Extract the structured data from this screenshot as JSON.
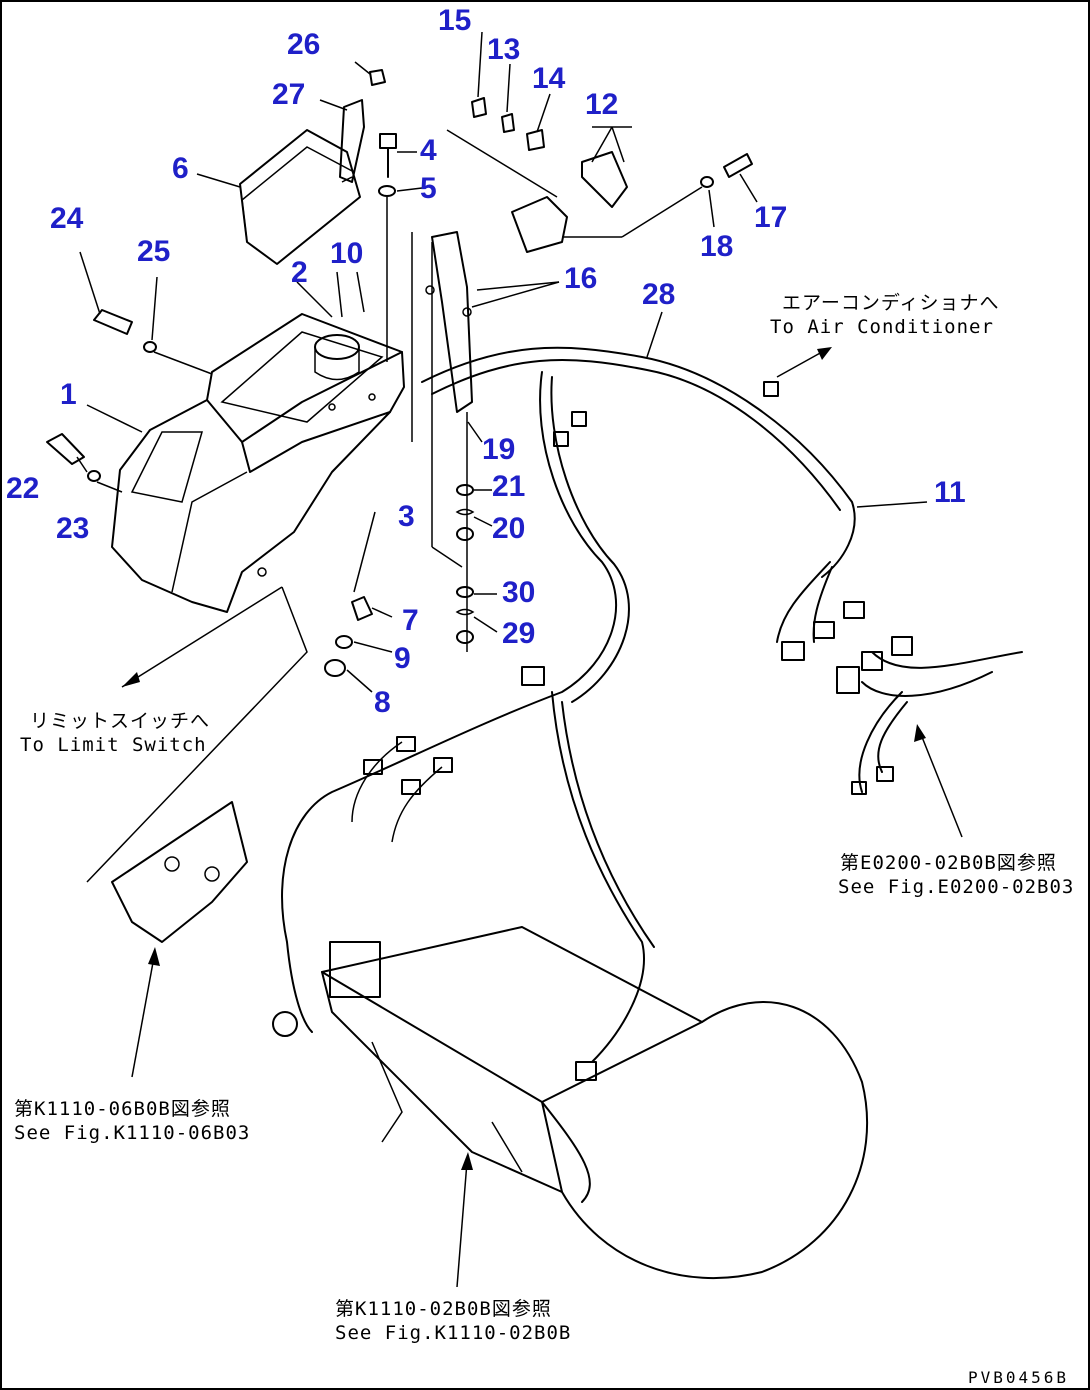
{
  "callouts": [
    {
      "id": "n1",
      "text": "1"
    },
    {
      "id": "n2",
      "text": "2"
    },
    {
      "id": "n3",
      "text": "3"
    },
    {
      "id": "n4",
      "text": "4"
    },
    {
      "id": "n5",
      "text": "5"
    },
    {
      "id": "n6",
      "text": "6"
    },
    {
      "id": "n7",
      "text": "7"
    },
    {
      "id": "n8",
      "text": "8"
    },
    {
      "id": "n9",
      "text": "9"
    },
    {
      "id": "n10",
      "text": "10"
    },
    {
      "id": "n11",
      "text": "11"
    },
    {
      "id": "n12",
      "text": "12"
    },
    {
      "id": "n13",
      "text": "13"
    },
    {
      "id": "n14",
      "text": "14"
    },
    {
      "id": "n15",
      "text": "15"
    },
    {
      "id": "n16",
      "text": "16"
    },
    {
      "id": "n17",
      "text": "17"
    },
    {
      "id": "n18",
      "text": "18"
    },
    {
      "id": "n19",
      "text": "19"
    },
    {
      "id": "n20",
      "text": "20"
    },
    {
      "id": "n21",
      "text": "21"
    },
    {
      "id": "n22",
      "text": "22"
    },
    {
      "id": "n23",
      "text": "23"
    },
    {
      "id": "n24",
      "text": "24"
    },
    {
      "id": "n25",
      "text": "25"
    },
    {
      "id": "n26",
      "text": "26"
    },
    {
      "id": "n27",
      "text": "27"
    },
    {
      "id": "n28",
      "text": "28"
    },
    {
      "id": "n29",
      "text": "29"
    },
    {
      "id": "n30",
      "text": "30"
    }
  ],
  "notes": {
    "air_conditioner_jp": "エアーコンディショナへ",
    "air_conditioner_en": "To Air Conditioner",
    "limit_switch_jp": "リミットスイッチへ",
    "limit_switch_en": "To Limit Switch",
    "ref_e0200_jp": "第E0200-02B0B図参照",
    "ref_e0200_en": "See Fig.E0200-02B03",
    "ref_k1110_06_jp": "第K1110-06B0B図参照",
    "ref_k1110_06_en": "See Fig.K1110-06B03",
    "ref_k1110_02_jp": "第K1110-02B0B図参照",
    "ref_k1110_02_en": "See Fig.K1110-02B0B"
  },
  "drawing_code": "PVB0456B",
  "colors": {
    "callout": "#1f20c8",
    "line": "#000000"
  }
}
